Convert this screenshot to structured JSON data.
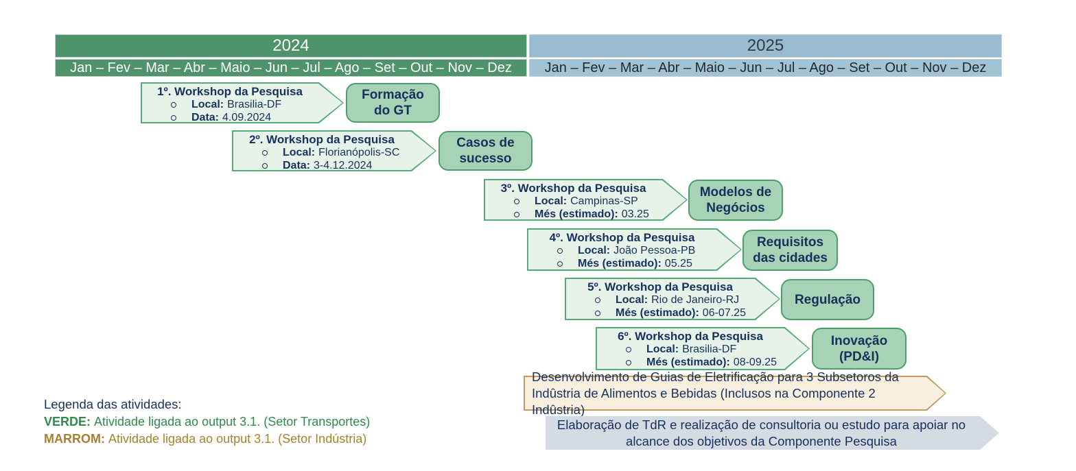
{
  "header": {
    "years": [
      {
        "label": "2024",
        "months": "Jan – Fev – Mar – Abr – Maio – Jun – Jul – Ago – Set – Out – Nov – Dez"
      },
      {
        "label": "2025",
        "months": "Jan – Fev – Mar – Abr – Maio – Jun – Jul – Ago – Set – Out – Nov – Dez"
      }
    ]
  },
  "workshops": [
    {
      "title": "1º. Workshop da Pesquisa",
      "bullets": [
        {
          "label": "Local:",
          "value": "Brasilia-DF"
        },
        {
          "label": "Data:",
          "value": "4.09.2024"
        }
      ],
      "topic": "Formação\ndo GT"
    },
    {
      "title": "2º. Workshop da Pesquisa",
      "bullets": [
        {
          "label": "Local:",
          "value": "Florianópolis-SC"
        },
        {
          "label": "Data:",
          "value": "3-4.12.2024"
        }
      ],
      "topic": "Casos de\nsucesso"
    },
    {
      "title": "3º. Workshop da Pesquisa",
      "bullets": [
        {
          "label": "Local:",
          "value": "Campinas-SP"
        },
        {
          "label": "Més (estimado):",
          "value": "03.25"
        }
      ],
      "topic": "Modelos de\nNegócios"
    },
    {
      "title": "4º. Workshop da Pesquisa",
      "bullets": [
        {
          "label": "Local:",
          "value": "João Pessoa-PB"
        },
        {
          "label": "Més (estimado):",
          "value": "05.25"
        }
      ],
      "topic": "Requisitos\ndas cidades"
    },
    {
      "title": "5º. Workshop da Pesquisa",
      "bullets": [
        {
          "label": "Local:",
          "value": "Rio de Janeiro-RJ"
        },
        {
          "label": "Més (estimado):",
          "value": "06-07.25"
        }
      ],
      "topic": "Regulação"
    },
    {
      "title": "6º. Workshop da Pesquisa",
      "bullets": [
        {
          "label": "Local:",
          "value": "Brasilia-DF"
        },
        {
          "label": "Més (estimado):",
          "value": "08-09.25"
        }
      ],
      "topic": "Inovação\n(PD&I)"
    }
  ],
  "activities": [
    {
      "text": "Desenvolvimento de Guias de Eletrificação para 3 Subsetoros da\nIndûstria de Alimentos e Bebidas (Inclusos na Componente 2 Indûstria)",
      "color": "marrom"
    },
    {
      "text": "Elaboração de TdR e realização de consultoria ou estudo para apoiar no\nalcance dos objetivos da Componente Pesquisa",
      "color": "cinza"
    }
  ],
  "legend": {
    "title": "Legenda das atividades:",
    "items": [
      {
        "term": "VERDE:",
        "description": "Atividade ligada ao output 3.1. (Setor Transportes)"
      },
      {
        "term": "MARROM:",
        "description": "Atividade ligada ao output 3.1. (Setor Indústria)"
      }
    ]
  },
  "colors": {
    "green_header": "#4e9369",
    "blue_header": "#98bbd0",
    "blue_months": "#a2c2d5",
    "banner_fill": "#e7f3e9",
    "banner_border": "#57a87a",
    "topic_fill": "#a6d3b5",
    "topic_border": "#4aa068",
    "navy_text": "#17305c",
    "tan_fill": "#f8efdf",
    "tan_border": "#c09a5e",
    "gray_fill": "#d4dbe2",
    "legend_green": "#2f8a4c",
    "legend_brown": "#a8802d"
  }
}
